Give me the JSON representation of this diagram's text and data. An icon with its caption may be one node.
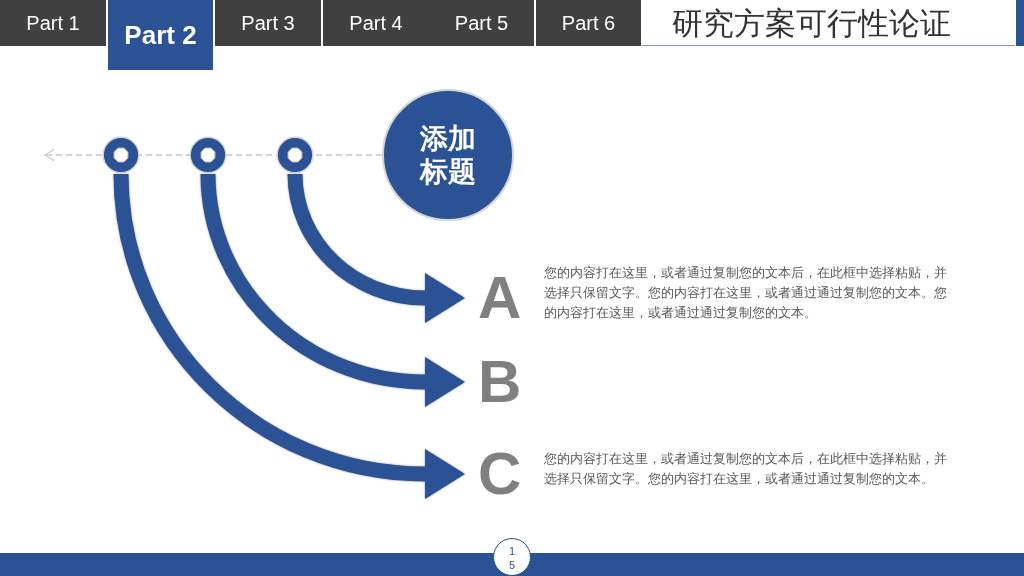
{
  "diagram": {
    "title": "研究方案可行性论证",
    "nodes": [
      {
        "text": [
          "Part 1"
        ]
      },
      {
        "text": [
          "Part 2"
        ]
      },
      {
        "text": [
          "Part 3"
        ]
      },
      {
        "text": [
          "Part 4"
        ]
      },
      {
        "text": [
          "Part 5"
        ]
      },
      {
        "text": [
          "Part 6"
        ]
      },
      {
        "text": [],
        "shape": "circle"
      },
      {
        "text": [],
        "shape": "circle"
      },
      {
        "text": [],
        "shape": "circle"
      },
      {
        "text": [
          "添加标题"
        ]
      },
      {
        "text": [
          "A"
        ],
        "beside": [
          "您的内容打在这里，或者通过复制您的文本后，在此框中选择粘贴，并选择只保留文字。您的内容打在这里，或者通过通过复制您的文本。您的内容打在这里，或者通过通过复制您的文本。"
        ]
      },
      {
        "text": [
          "B"
        ]
      },
      {
        "text": [
          "C"
        ],
        "beside": [
          "您的内容打在这里，或者通过复制您的文本后，在此框中选择粘贴，并选择只保留文字。您的内容打在这里，或者通过通过复制您的文本。"
        ]
      },
      {
        "text": [
          "15"
        ]
      }
    ],
    "edges": [
      {
        "from": 9,
        "to": null,
        "arrow": "to",
        "style": "dashed",
        "color": "#c8c8c8"
      },
      {
        "from": 8,
        "to": 10,
        "arrow": "to"
      },
      {
        "from": 7,
        "to": 11,
        "arrow": "to"
      },
      {
        "from": 6,
        "to": 12,
        "arrow": "to"
      }
    ]
  }
}
